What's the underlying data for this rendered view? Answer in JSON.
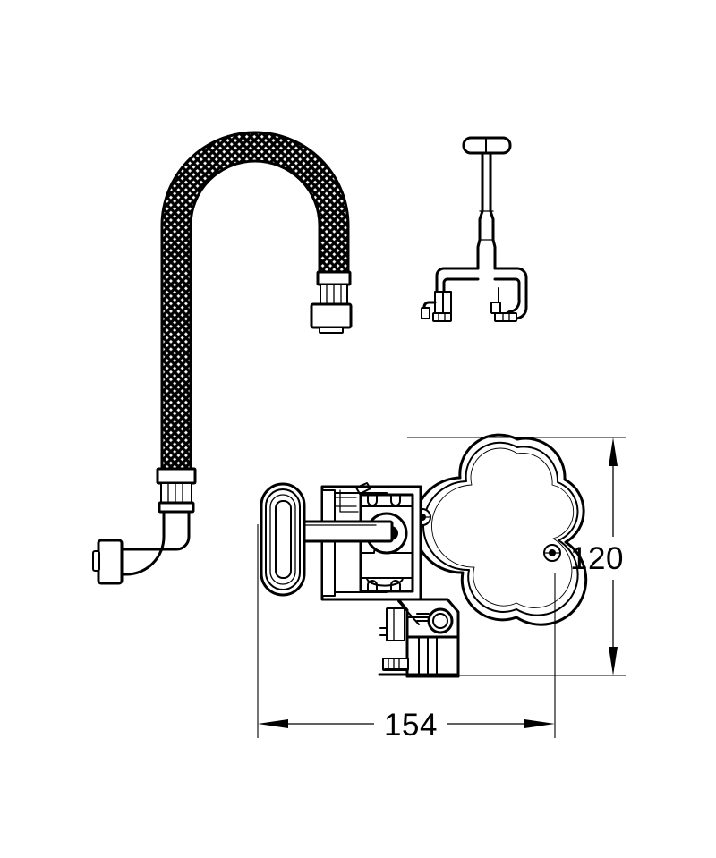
{
  "document": {
    "type": "technical-product-drawing",
    "title": "Concealed valve body with flexible braided hose and extraction tool",
    "background_color": "#ffffff",
    "line_color": "#000000",
    "units": "mm",
    "projection": "orthographic-side-view"
  },
  "dimensions": {
    "width_label": "154",
    "height_label": "120",
    "unit_note": ""
  },
  "parts": [
    {
      "id": "flexible-hose",
      "name": "Flexible braided connection hose",
      "features": [
        "braided-mesh-sleeve",
        "inverted-u-bend",
        "upper-coupling-nut",
        "lower-coupling-nut",
        "elbow-fitting",
        "end-nut"
      ]
    },
    {
      "id": "extraction-tool",
      "name": "Cartridge extraction tool",
      "features": [
        "t-bar-handle",
        "shaft",
        "yoke-bridge",
        "left-hook-leg",
        "right-hook-leg"
      ]
    },
    {
      "id": "valve-body",
      "name": "Concealed valve body assembly",
      "features": [
        "oval-pull-handle",
        "handle-stem",
        "cartridge-housing",
        "pivot-pin",
        "trefoil-escutcheon-plate",
        "escutcheon-screw-upper",
        "escutcheon-screw-lower",
        "lower-outlet-port",
        "lower-body-block",
        "base-plate"
      ]
    }
  ]
}
